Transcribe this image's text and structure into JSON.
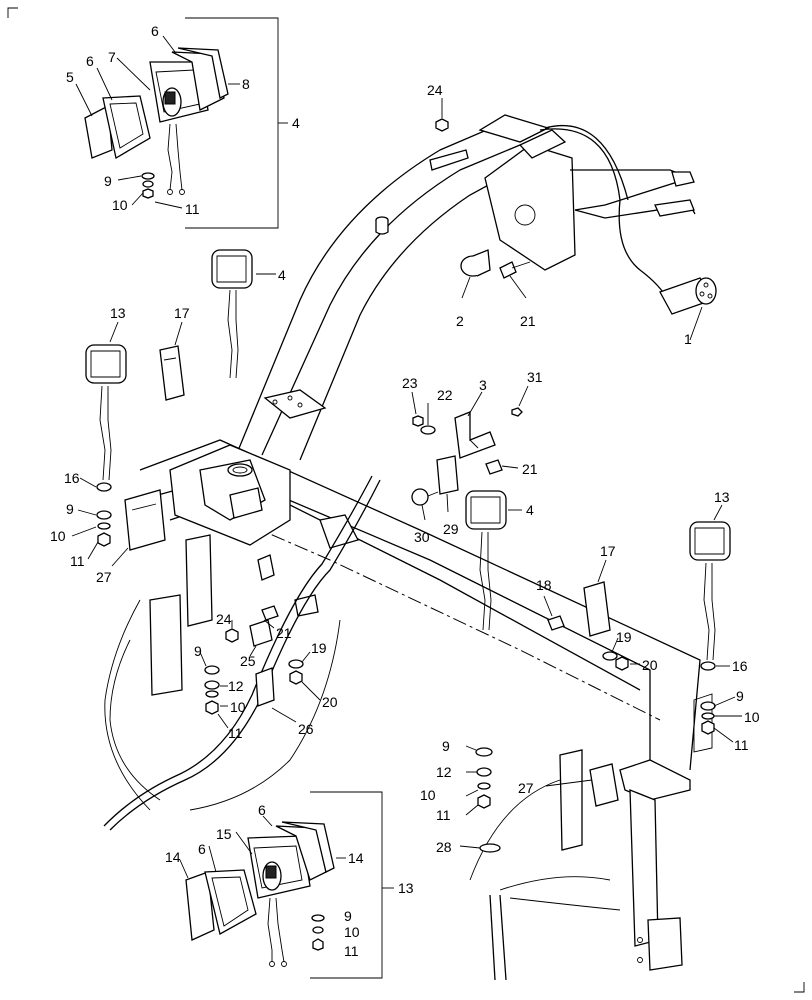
{
  "diagram": {
    "callouts": [
      {
        "id": "c-6a",
        "text": "6"
      },
      {
        "id": "c-7",
        "text": "7"
      },
      {
        "id": "c-6b",
        "text": "6"
      },
      {
        "id": "c-5",
        "text": "5"
      },
      {
        "id": "c-8",
        "text": "8"
      },
      {
        "id": "c-4-group",
        "text": "4"
      },
      {
        "id": "c-9a",
        "text": "9"
      },
      {
        "id": "c-10a",
        "text": "10"
      },
      {
        "id": "c-11a",
        "text": "11"
      },
      {
        "id": "c-24a",
        "text": "24"
      },
      {
        "id": "c-4b",
        "text": "4"
      },
      {
        "id": "c-2",
        "text": "2"
      },
      {
        "id": "c-21a",
        "text": "21"
      },
      {
        "id": "c-1",
        "text": "1"
      },
      {
        "id": "c-13a",
        "text": "13"
      },
      {
        "id": "c-17a",
        "text": "17"
      },
      {
        "id": "c-23",
        "text": "23"
      },
      {
        "id": "c-22",
        "text": "22"
      },
      {
        "id": "c-3",
        "text": "3"
      },
      {
        "id": "c-31",
        "text": "31"
      },
      {
        "id": "c-21b",
        "text": "21"
      },
      {
        "id": "c-16a",
        "text": "16"
      },
      {
        "id": "c-9b",
        "text": "9"
      },
      {
        "id": "c-10b",
        "text": "10"
      },
      {
        "id": "c-11b",
        "text": "11"
      },
      {
        "id": "c-27a",
        "text": "27"
      },
      {
        "id": "c-30",
        "text": "30"
      },
      {
        "id": "c-29",
        "text": "29"
      },
      {
        "id": "c-4c",
        "text": "4"
      },
      {
        "id": "c-13b",
        "text": "13"
      },
      {
        "id": "c-17b",
        "text": "17"
      },
      {
        "id": "c-18",
        "text": "18"
      },
      {
        "id": "c-24b",
        "text": "24"
      },
      {
        "id": "c-21c",
        "text": "21"
      },
      {
        "id": "c-9c",
        "text": "9"
      },
      {
        "id": "c-25",
        "text": "25"
      },
      {
        "id": "c-19a",
        "text": "19"
      },
      {
        "id": "c-12a",
        "text": "12"
      },
      {
        "id": "c-20a",
        "text": "20"
      },
      {
        "id": "c-10c",
        "text": "10"
      },
      {
        "id": "c-26",
        "text": "26"
      },
      {
        "id": "c-11c",
        "text": "11"
      },
      {
        "id": "c-19b",
        "text": "19"
      },
      {
        "id": "c-20b",
        "text": "20"
      },
      {
        "id": "c-16b",
        "text": "16"
      },
      {
        "id": "c-9d",
        "text": "9"
      },
      {
        "id": "c-10d",
        "text": "10"
      },
      {
        "id": "c-11d",
        "text": "11"
      },
      {
        "id": "c-9e",
        "text": "9"
      },
      {
        "id": "c-12b",
        "text": "12"
      },
      {
        "id": "c-10e",
        "text": "10"
      },
      {
        "id": "c-27b",
        "text": "27"
      },
      {
        "id": "c-11e",
        "text": "11"
      },
      {
        "id": "c-28",
        "text": "28"
      },
      {
        "id": "c-6c",
        "text": "6"
      },
      {
        "id": "c-15",
        "text": "15"
      },
      {
        "id": "c-14a",
        "text": "14"
      },
      {
        "id": "c-6d",
        "text": "6"
      },
      {
        "id": "c-14b",
        "text": "14"
      },
      {
        "id": "c-13-group",
        "text": "13"
      },
      {
        "id": "c-9f",
        "text": "9"
      },
      {
        "id": "c-10f",
        "text": "10"
      },
      {
        "id": "c-11f",
        "text": "11"
      }
    ]
  }
}
